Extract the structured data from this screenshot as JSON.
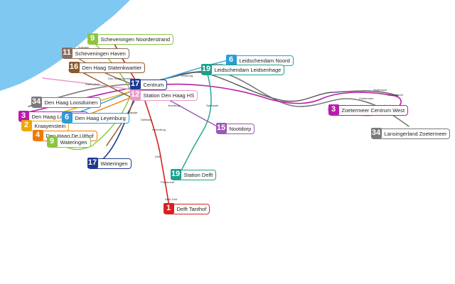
{
  "colors": {
    "sea": "#7ec8f2",
    "line1": "#d6221f",
    "line2": "#f0a500",
    "line3": "#b91dab",
    "line4": "#f07a00",
    "line6": "#2a9dd8",
    "line9": "#8cc63f",
    "line11": "#8a6e5f",
    "line12": "#e89ac8",
    "line15": "#9b59b6",
    "line16": "#8a5a2b",
    "line17": "#1f3a93",
    "line19": "#1ba18a",
    "line34": "#7a7a7a",
    "randstadrail": "#555555"
  },
  "terminals": [
    {
      "line": "9",
      "name": "Scheveningen Noorderstrand",
      "color": "#8cc63f"
    },
    {
      "line": "11",
      "name": "Scheveningen Haven",
      "color": "#8a6e5f"
    },
    {
      "line": "16",
      "name": "Den Haag Statenkwartier",
      "color": "#8a5a2b"
    },
    {
      "line": "6",
      "name": "Leidschendam Noord",
      "color": "#2a9dd8"
    },
    {
      "line": "19",
      "name": "Leidschendam Leidsenhage",
      "color": "#1ba18a"
    },
    {
      "line": "17",
      "name": "Centrum",
      "color": "#1f3a93"
    },
    {
      "line": "12",
      "name": "Station Den Haag HS",
      "color": "#e89ac8"
    },
    {
      "line": "34",
      "name": "Den Haag Loosduinen",
      "color": "#7a7a7a"
    },
    {
      "line": "3",
      "name": "Den Haag Loosduinen",
      "color": "#b91dab"
    },
    {
      "line": "2",
      "name": "Kraayenstein",
      "color": "#f0a500"
    },
    {
      "line": "6",
      "name": "Den Haag Leyenburg",
      "color": "#2a9dd8"
    },
    {
      "line": "4",
      "name": "Den Haag De Uithof",
      "color": "#f07a00"
    },
    {
      "line": "9",
      "name": "Wateringen",
      "color": "#8cc63f"
    },
    {
      "line": "17",
      "name": "Wateringen",
      "color": "#1f3a93"
    },
    {
      "line": "3",
      "name": "Zoetermeer Centrum West",
      "color": "#b91dab"
    },
    {
      "line": "34",
      "name": "Lansingerland Zoetermeer",
      "color": "#7a7a7a"
    },
    {
      "line": "15",
      "name": "Nootdorp",
      "color": "#9b59b6"
    },
    {
      "line": "19",
      "name": "Station Delft",
      "color": "#1ba18a"
    },
    {
      "line": "1",
      "name": "Delft Tanthof",
      "color": "#d6221f"
    }
  ],
  "stations": [
    "Den Haag Centraal",
    "Laan van NOI",
    "Voorburg",
    "Forepark",
    "Leidschenveen",
    "Rijswijk",
    "Hoornbrug",
    "Ypenburg",
    "Delft",
    "Prinsenhof",
    "Delft Zuid",
    "Zoetermeer",
    "Seghwaert",
    "Oosterheem",
    "Javalaan",
    "Leidsenhage",
    "Sportpark",
    "Madurodam",
    "Kurhaus",
    "Duinstraat",
    "Statenplein",
    "Tienhoven",
    "Delftweg"
  ]
}
